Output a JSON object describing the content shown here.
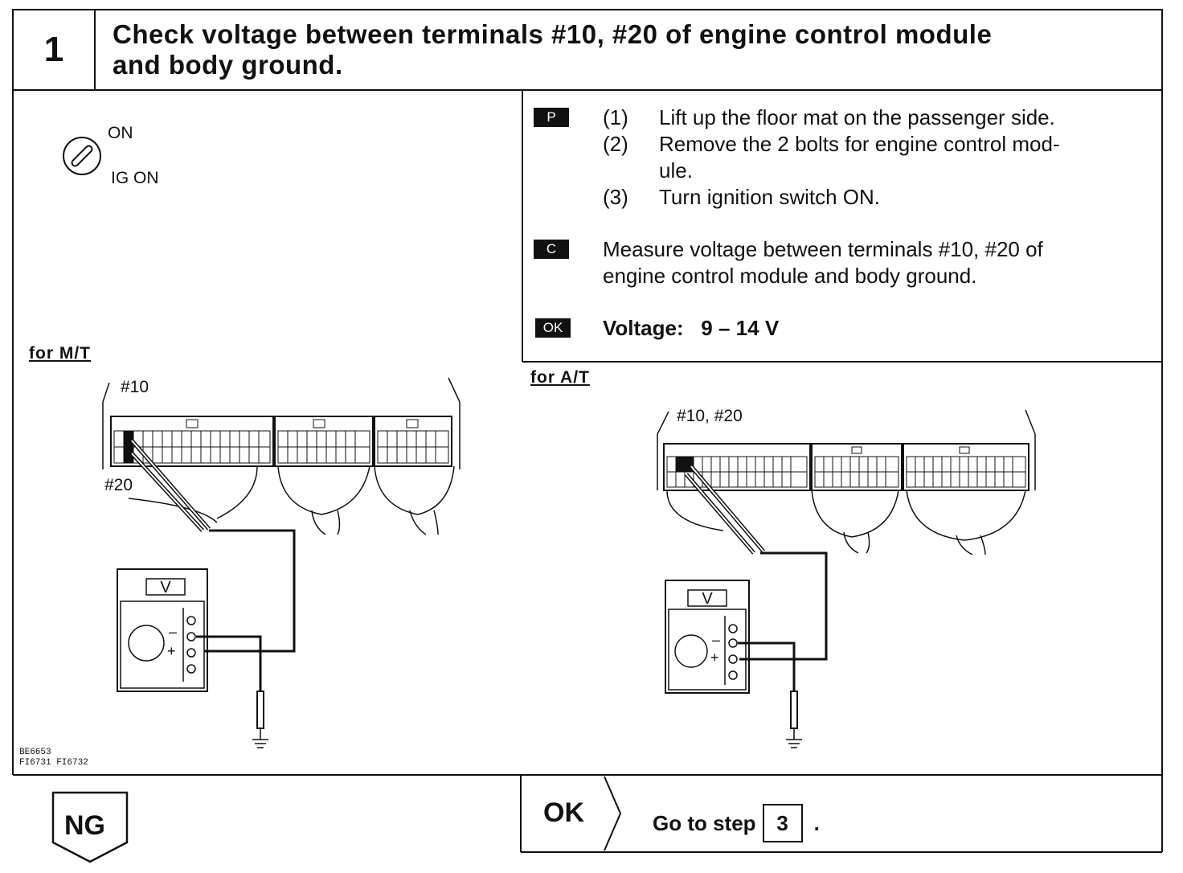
{
  "step": {
    "number": "1",
    "title_line1": "Check voltage between terminals #10, #20 of engine control module",
    "title_line2": "and body ground."
  },
  "ignition": {
    "on_label": "ON",
    "ig_on_label": "IG ON",
    "icon": "ignition-key-icon"
  },
  "instructions": {
    "prep_tag": "P",
    "prep_steps": [
      {
        "num": "(1)",
        "line1": "Lift up the floor mat on the passenger side.",
        "line2": ""
      },
      {
        "num": "(2)",
        "line1": "Remove the 2 bolts for engine control mod-",
        "line2": "ule."
      },
      {
        "num": "(3)",
        "line1": "Turn ignition switch ON.",
        "line2": ""
      }
    ],
    "check_tag": "C",
    "check_line1": "Measure voltage between terminals #10, #20 of",
    "check_line2": "engine control module and body ground.",
    "ok_tag": "OK",
    "ok_text": "Voltage:   9 – 14 V"
  },
  "diagram_mt": {
    "label": "for M/T",
    "terminal_a": "#10",
    "terminal_b": "#20",
    "meter_label": "V",
    "minus": "–",
    "plus": "+"
  },
  "diagram_at": {
    "label": "for A/T",
    "terminals": "#10, #20",
    "meter_label": "V",
    "minus": "–",
    "plus": "+"
  },
  "figure_codes": {
    "line1": "BE6653",
    "line2": "FI6731 FI6732"
  },
  "result_ok": {
    "label": "OK",
    "text": "Go to step",
    "step_ref": "3",
    "suffix": "."
  },
  "result_ng": {
    "label": "NG"
  },
  "colors": {
    "ink": "#111111",
    "paper": "#ffffff"
  }
}
